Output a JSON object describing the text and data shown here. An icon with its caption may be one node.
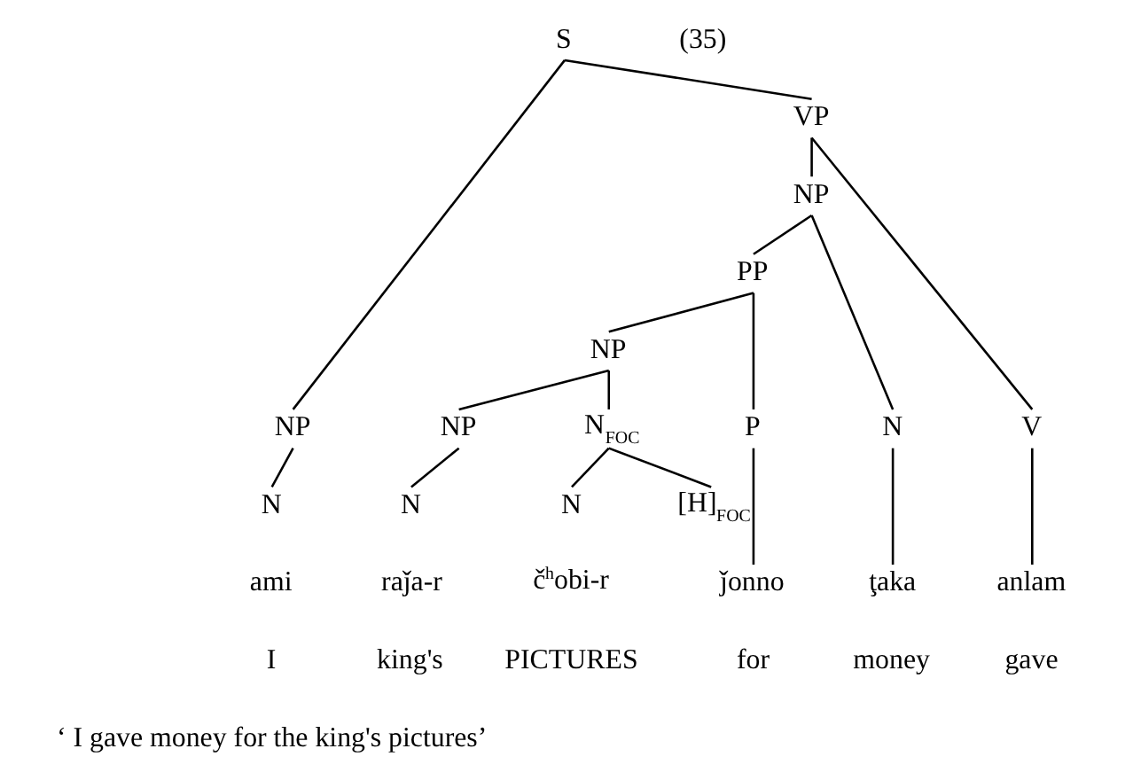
{
  "diagram": {
    "nodes": [
      {
        "text": [
          "S"
        ]
      },
      {
        "text": [
          "VP"
        ]
      },
      {
        "text": [
          "NP"
        ]
      },
      {
        "text": [
          "PP"
        ]
      },
      {
        "text": [
          "NP"
        ]
      },
      {
        "text": [
          "NP"
        ]
      },
      {
        "text": [
          "NP"
        ]
      },
      {
        "text": [
          "N$_{FOC}$"
        ]
      },
      {
        "text": [
          "P"
        ]
      },
      {
        "text": [
          "N"
        ]
      },
      {
        "text": [
          "V"
        ]
      },
      {
        "text": [
          "N"
        ]
      },
      {
        "text": [
          "N"
        ]
      },
      {
        "text": [
          "N"
        ]
      },
      {
        "text": [
          "[H]$_{FOC}$"
        ]
      },
      {
        "text": [
          "ami"
        ]
      },
      {
        "text": [
          "raǰa-r"
        ]
      },
      {
        "text": [
          "č$^{h}$obi-r"
        ]
      },
      {
        "text": [
          "ǰonno"
        ]
      },
      {
        "text": [
          "ţaka"
        ]
      },
      {
        "text": [
          "anlam"
        ]
      }
    ],
    "edges": [
      {
        "from": 0,
        "to": 5,
        "arrow": "none"
      },
      {
        "from": 0,
        "to": 1,
        "arrow": "none"
      },
      {
        "from": 1,
        "to": 2,
        "arrow": "none"
      },
      {
        "from": 1,
        "to": 10,
        "arrow": "none"
      },
      {
        "from": 2,
        "to": 3,
        "arrow": "none"
      },
      {
        "from": 2,
        "to": 9,
        "arrow": "none"
      },
      {
        "from": 3,
        "to": 4,
        "arrow": "none"
      },
      {
        "from": 3,
        "to": 8,
        "arrow": "none"
      },
      {
        "from": 4,
        "to": 6,
        "arrow": "none"
      },
      {
        "from": 4,
        "to": 7,
        "arrow": "none"
      },
      {
        "from": 5,
        "to": 11,
        "arrow": "none"
      },
      {
        "from": 6,
        "to": 12,
        "arrow": "none"
      },
      {
        "from": 7,
        "to": 13,
        "arrow": "none"
      },
      {
        "from": 7,
        "to": 14,
        "arrow": "none"
      },
      {
        "from": 8,
        "to": 18,
        "arrow": "none"
      },
      {
        "from": 9,
        "to": 19,
        "arrow": "none"
      },
      {
        "from": 10,
        "to": 20,
        "arrow": "none"
      }
    ],
    "labels": [
      "(35)",
      "I",
      "king's",
      "PICTURES",
      "for",
      "money",
      "gave",
      "‘ I gave money for the king's pictures’"
    ]
  }
}
